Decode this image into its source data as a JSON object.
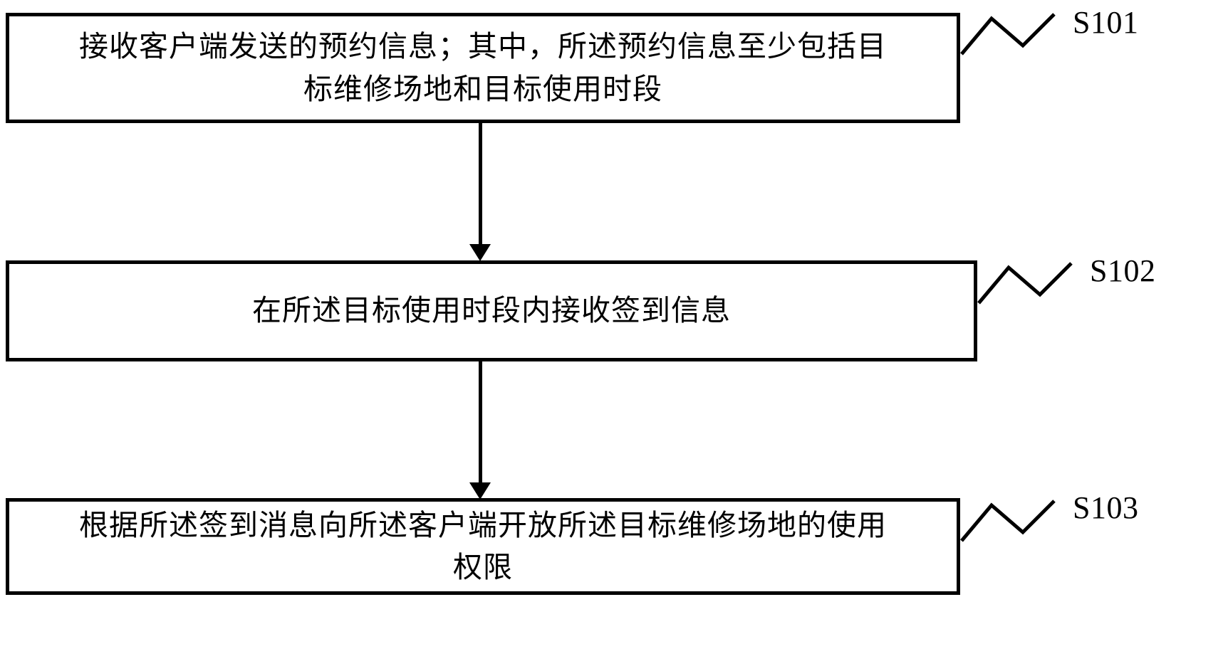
{
  "figure": {
    "type": "flowchart",
    "orientation": "vertical",
    "background_color": "#ffffff",
    "line_color": "#000000"
  },
  "steps": [
    {
      "id": "S101",
      "label": "S101",
      "text": "接收客户端发送的预约信息；其中，所述预约信息至少包括目\n标维修场地和目标使用时段"
    },
    {
      "id": "S102",
      "label": "S102",
      "text": "在所述目标使用时段内接收签到信息"
    },
    {
      "id": "S103",
      "label": "S103",
      "text": "根据所述签到消息向所述客户端开放所述目标维修场地的使用\n权限"
    }
  ],
  "connectors": [
    {
      "from": "S101",
      "to": "S102",
      "arrow": "down"
    },
    {
      "from": "S102",
      "to": "S103",
      "arrow": "down"
    }
  ]
}
